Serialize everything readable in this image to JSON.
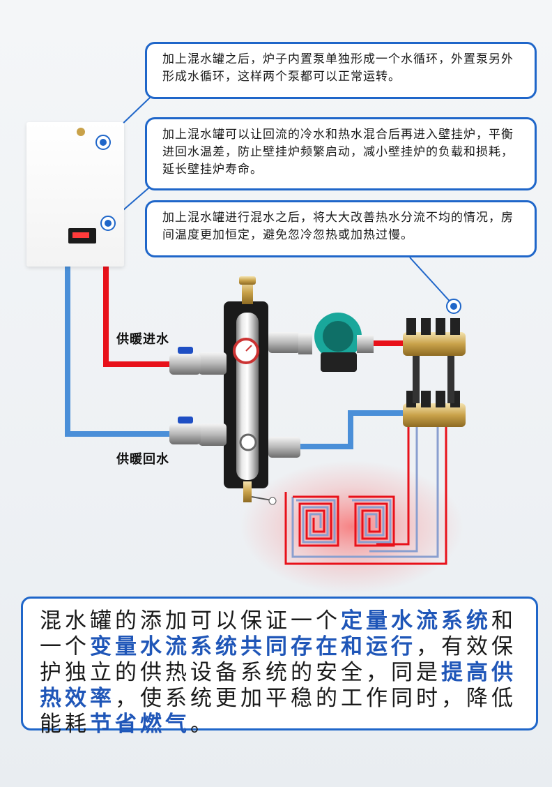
{
  "notes": [
    "加上混水罐之后，炉子内置泵单独形成一个水循环，外置泵另外形成水循环，这样两个泵都可以正常运转。",
    "加上混水罐可以让回流的冷水和热水混合后再进入壁挂炉，平衡进回水温差，防止壁挂炉频繁启动，减小壁挂炉的负载和损耗，延长壁挂炉寿命。",
    "加上混水罐进行混水之后，将大大改善热水分流不均的情况，房间温度更加恒定，避免忽冷忽热或加热过慢。"
  ],
  "labels": {
    "supply": "供暖进水",
    "return": "供暖回水"
  },
  "summary": [
    {
      "text": "混水罐的添加可以保证一个",
      "hl": false
    },
    {
      "text": "定量水流系统",
      "hl": true
    },
    {
      "text": "和一个",
      "hl": false
    },
    {
      "text": "变量水流系统共同存在和运行",
      "hl": true
    },
    {
      "text": "，有效保护独立的供热设备系统的安全，同是",
      "hl": false
    },
    {
      "text": "提高供热效率",
      "hl": true
    },
    {
      "text": "，使系统更加平稳的工作同时，降低能耗",
      "hl": false
    },
    {
      "text": "节省燃气",
      "hl": true
    },
    {
      "text": "。",
      "hl": false
    }
  ],
  "colors": {
    "accent": "#1f66c9",
    "hot_pipe": "#e8111a",
    "cold_pipe": "#4a8fd8",
    "pump": "#1aa39a",
    "highlight_text": "#1f56b8"
  },
  "icons": [
    "boiler-icon",
    "mixing-tank-icon",
    "circulation-pump-icon",
    "manifold-icon",
    "floor-heating-coil-icon",
    "ball-valve-icon",
    "pressure-gauge-icon"
  ]
}
